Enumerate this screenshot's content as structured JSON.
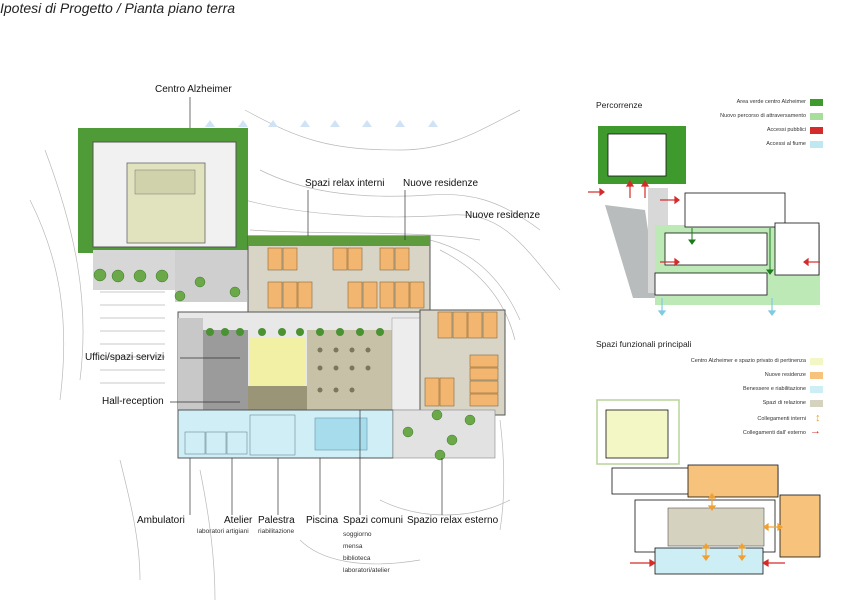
{
  "title": "Ipotesi di Progetto / Pianta piano terra",
  "plan_labels": {
    "centro_alzheimer": "Centro Alzheimer",
    "spazi_relax_interni": "Spazi relax interni",
    "nuove_residenze_1": "Nuove residenze",
    "nuove_residenze_2": "Nuove residenze",
    "uffici": "Uffici/spazi servizi",
    "hall": "Hall-reception",
    "ambulatori": "Ambulatori",
    "atelier": "Atelier",
    "atelier_sub": "laboratori artigiani",
    "palestra": "Palestra",
    "palestra_sub": "riabilitazione",
    "piscina": "Piscina",
    "spazi_comuni": "Spazi comuni",
    "spazi_comuni_sub": [
      "soggiorno",
      "mensa",
      "biblioteca",
      "laboratori/atelier"
    ],
    "spazio_relax_esterno": "Spazio relax esterno"
  },
  "percorrenze": {
    "title": "Percorrenze",
    "legend": [
      {
        "label": "Area verde centro Alzheimer",
        "color": "#3f9a2e"
      },
      {
        "label": "Nuovo percorso di attraversamento",
        "color": "#a9dd9c"
      },
      {
        "label": "Accessi pubblici",
        "color": "#d42b2b"
      },
      {
        "label": "Accessi al fiume",
        "color": "#bfe8f2"
      }
    ]
  },
  "spazi_funzionali": {
    "title": "Spazi funzionali principali",
    "legend": [
      {
        "label": "Centro Alzheimer e spazio privato di pertinenza",
        "color": "#f3f7c6"
      },
      {
        "label": "Nuove residenze",
        "color": "#f7c27c"
      },
      {
        "label": "Benessere e riabilitazione",
        "color": "#cdeef5"
      },
      {
        "label": "Spazi di relazione",
        "color": "#d6d2c0"
      },
      {
        "label": "Collegamenti interni",
        "color": "#f0a030"
      },
      {
        "label": "Collegamenti dall' esterno",
        "color": "#d42b2b"
      }
    ]
  }
}
